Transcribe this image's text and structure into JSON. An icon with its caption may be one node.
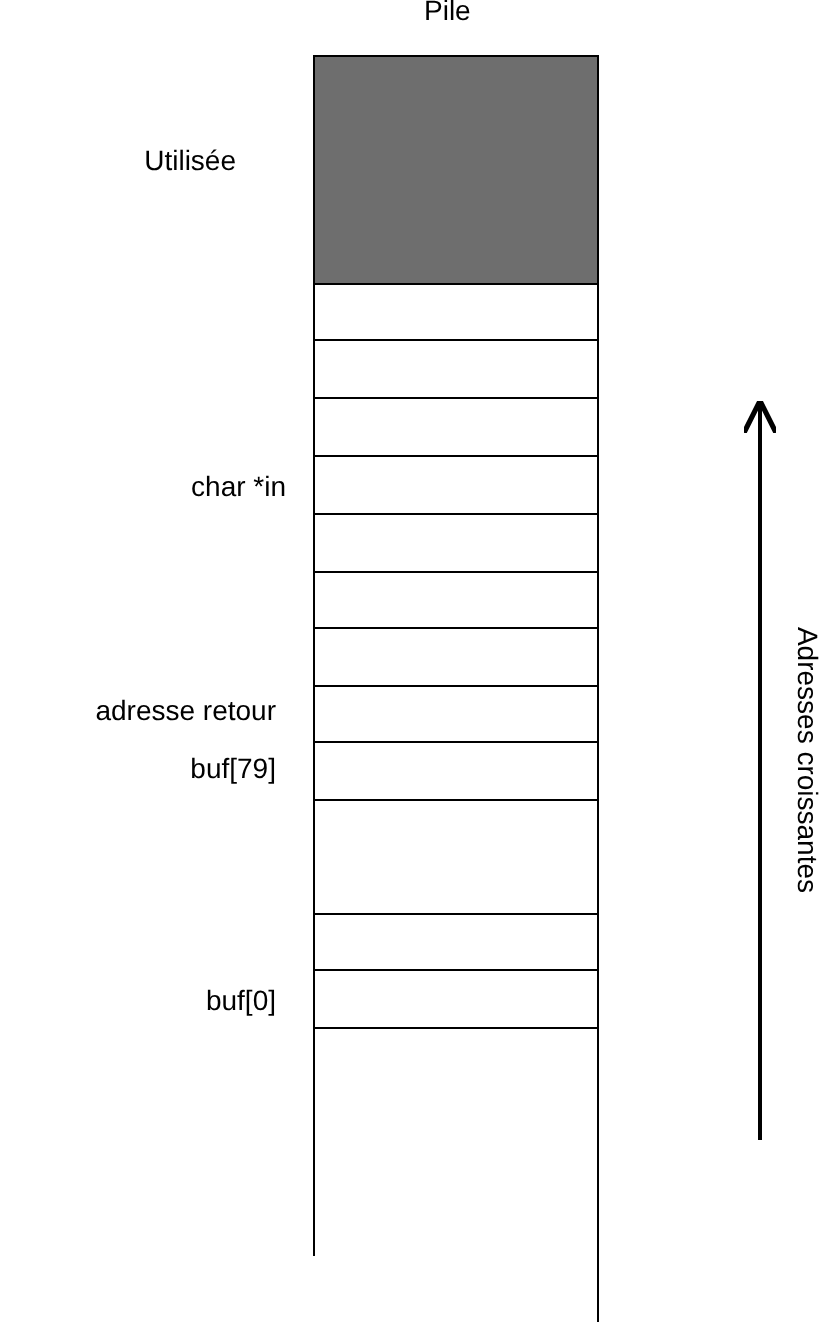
{
  "diagram": {
    "title": "Pile",
    "labels": [
      "Utilisée",
      "char *in",
      "adresse retour",
      "buf[79]",
      "buf[0]",
      "Adresses croissantes"
    ]
  }
}
